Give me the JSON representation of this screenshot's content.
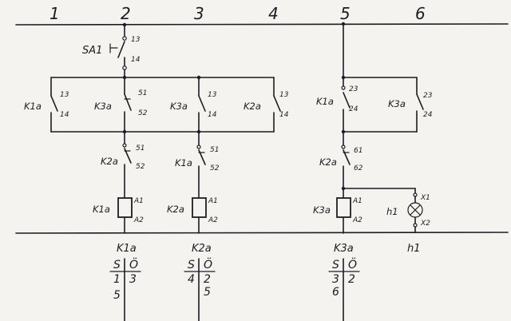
{
  "columns": [
    "1",
    "2",
    "3",
    "4",
    "5",
    "6"
  ],
  "devices": {
    "sa1": {
      "name": "SA1",
      "t_top": "13",
      "t_bot": "14"
    },
    "k1a_hold": {
      "name": "K1a",
      "t_top": "13",
      "t_bot": "14"
    },
    "k3a_nc": {
      "name": "K3a",
      "t_top": "51",
      "t_bot": "52"
    },
    "k3a_no": {
      "name": "K3a",
      "t_top": "13",
      "t_bot": "14"
    },
    "k2a_no": {
      "name": "K2a",
      "t_top": "13",
      "t_bot": "14"
    },
    "k2a_nc": {
      "name": "K2a",
      "t_top": "51",
      "t_bot": "52"
    },
    "k1a_nc": {
      "name": "K1a",
      "t_top": "51",
      "t_bot": "52"
    },
    "k1a_col5": {
      "name": "K1a",
      "t_top": "23",
      "t_bot": "24"
    },
    "k3a_col6": {
      "name": "K3a",
      "t_top": "23",
      "t_bot": "24"
    },
    "k2a_col5": {
      "name": "K2a",
      "t_top": "61",
      "t_bot": "62"
    },
    "coil_k1": {
      "name": "K1a",
      "a1": "A1",
      "a2": "A2"
    },
    "coil_k2": {
      "name": "K2a",
      "a1": "A1",
      "a2": "A2"
    },
    "coil_k3": {
      "name": "K3a",
      "a1": "A1",
      "a2": "A2"
    },
    "lamp_h1": {
      "name": "h1",
      "x1": "X1",
      "x2": "X2"
    }
  },
  "bottom_labels": [
    "K1a",
    "K2a",
    "K3a",
    "h1"
  ],
  "contact_tables": [
    {
      "head_s": "S",
      "head_o": "Ö",
      "s": [
        "1",
        "5"
      ],
      "o": [
        "3"
      ]
    },
    {
      "head_s": "S",
      "head_o": "Ö",
      "s": [
        "4",
        "5"
      ],
      "o": [
        "2"
      ]
    },
    {
      "head_s": "S",
      "head_o": "Ö",
      "s": [
        "3",
        "6"
      ],
      "o": [
        "2"
      ]
    }
  ]
}
